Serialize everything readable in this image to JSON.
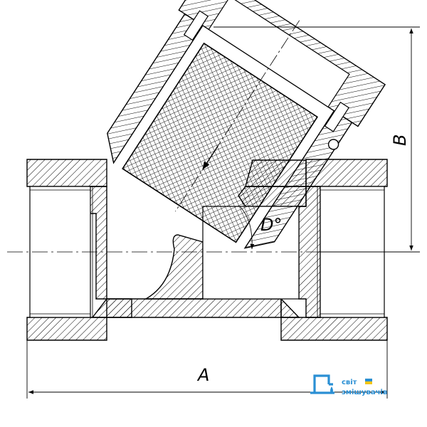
{
  "dimensions": {
    "length_label": "A",
    "height_label": "B",
    "angle_label": "D°"
  },
  "watermark": {
    "line1": "світ",
    "line2": "змішувачів"
  },
  "colors": {
    "line": "#000000",
    "hatch": "#000000",
    "background": "#ffffff",
    "logo_blue": "#2a8fd4",
    "flag_yellow": "#f5c518"
  }
}
